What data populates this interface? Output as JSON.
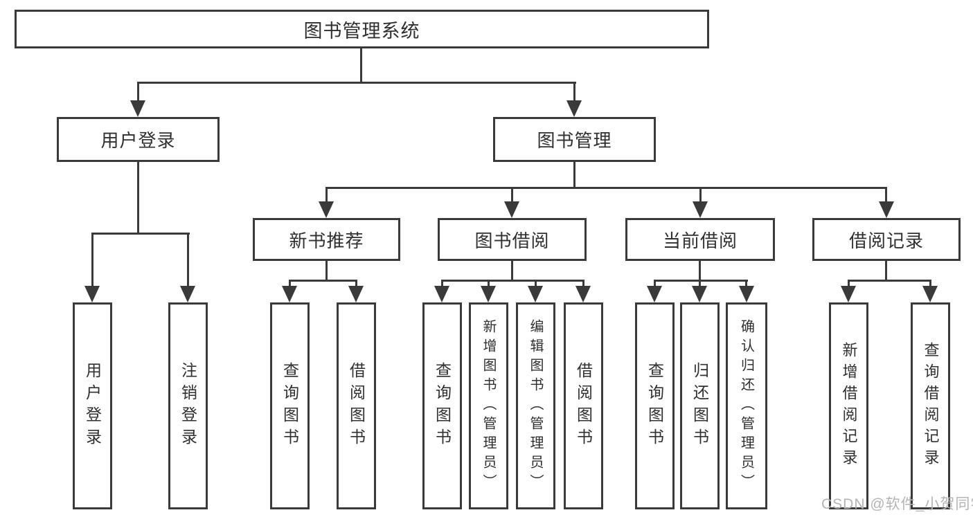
{
  "colors": {
    "line": "#3a3a3a",
    "text": "#2f2f2f",
    "watermark": "#b4b4b4",
    "background": "#ffffff"
  },
  "watermark": {
    "text": "CSDN @软件_小贺同学"
  },
  "tree": {
    "root": "图书管理系统",
    "children": [
      {
        "label": "用户登录",
        "children": [
          {
            "label": "用户登录"
          },
          {
            "label": "注销登录"
          }
        ]
      },
      {
        "label": "图书管理",
        "children": [
          {
            "label": "新书推荐",
            "children": [
              {
                "label": "查询图书"
              },
              {
                "label": "借阅图书"
              }
            ]
          },
          {
            "label": "图书借阅",
            "children": [
              {
                "label": "查询图书"
              },
              {
                "label": "新增图书（管理员）"
              },
              {
                "label": "编辑图书（管理员）"
              },
              {
                "label": "借阅图书"
              }
            ]
          },
          {
            "label": "当前借阅",
            "children": [
              {
                "label": "查询图书"
              },
              {
                "label": "归还图书"
              },
              {
                "label": "确认归还（管理员）"
              }
            ]
          },
          {
            "label": "借阅记录",
            "children": [
              {
                "label": "新增借阅记录"
              },
              {
                "label": "查询借阅记录"
              }
            ]
          }
        ]
      }
    ]
  }
}
